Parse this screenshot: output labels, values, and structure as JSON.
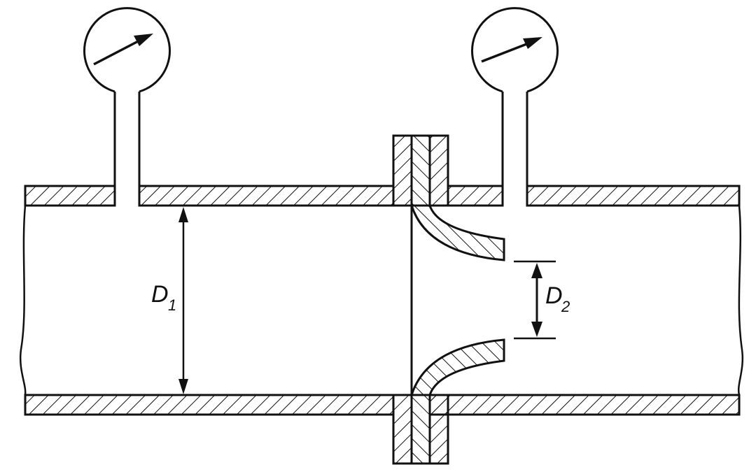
{
  "labels": {
    "d1": {
      "letter": "D",
      "subscript": "1"
    },
    "d2": {
      "letter": "D",
      "subscript": "2"
    }
  },
  "gauges": [
    {
      "name": "upstream-pressure-gauge"
    },
    {
      "name": "throat-pressure-gauge"
    }
  ],
  "colors": {
    "line": "#111111",
    "background": "#ffffff"
  }
}
